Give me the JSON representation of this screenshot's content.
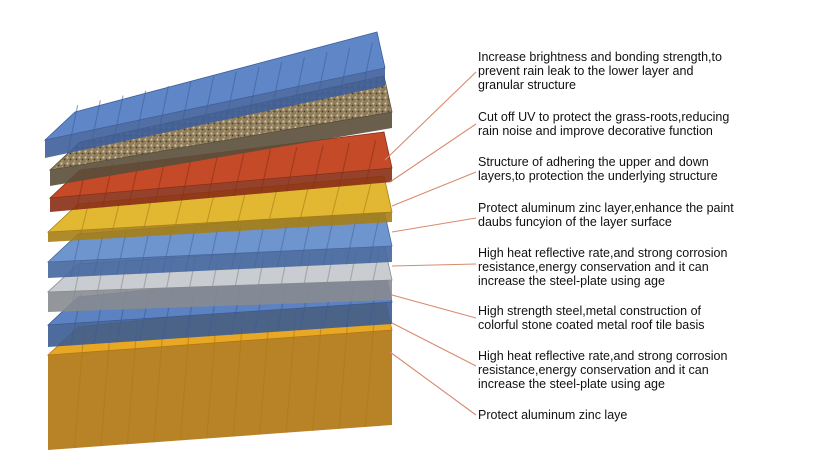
{
  "layers": [
    {
      "key": "blue-top",
      "color": "#5f87c8",
      "shade": "#3e5f9a",
      "lines": [
        "Increase brightness and bonding strength,to",
        "prevent rain leak to the lower layer and",
        "granular structure"
      ]
    },
    {
      "key": "stone-granule",
      "color": "#8a7a5e",
      "shade": "#5a4e3a",
      "lines": [
        "Cut off UV to protect the grass-roots,reducing",
        "rain noise and improve decorative function"
      ]
    },
    {
      "key": "red-adhesive",
      "color": "#c44a28",
      "shade": "#8a2e16",
      "lines": [
        "Structure of adhering the upper and down",
        "layers,to protection the underlying structure"
      ]
    },
    {
      "key": "yellow-coat",
      "color": "#e2b833",
      "shade": "#a67e14",
      "lines": [
        "Protect aluminum zinc layer,enhance the paint",
        "daubs funcyion of the layer surface"
      ]
    },
    {
      "key": "blue-reflective",
      "color": "#6f95cf",
      "shade": "#45679e",
      "lines": [
        "High heat reflective rate,and strong corrosion",
        "resistance,energy conservation and it can",
        "increase the steel-plate using age"
      ]
    },
    {
      "key": "steel-core",
      "color": "#c9ccd0",
      "shade": "#878b90",
      "lines": [
        "High strength steel,metal construction of",
        "colorful stone coated metal roof tile basis"
      ]
    },
    {
      "key": "blue-lower",
      "color": "#5c82c2",
      "shade": "#3b5b93",
      "lines": [
        "High heat reflective rate,and strong corrosion",
        "resistance,energy conservation and it can",
        "increase the steel-plate using age"
      ]
    },
    {
      "key": "yellow-base",
      "color": "#e8a824",
      "shade": "#b07610",
      "lines": [
        "Protect aluminum zinc laye"
      ]
    }
  ],
  "leader_color": "#d98a6e"
}
